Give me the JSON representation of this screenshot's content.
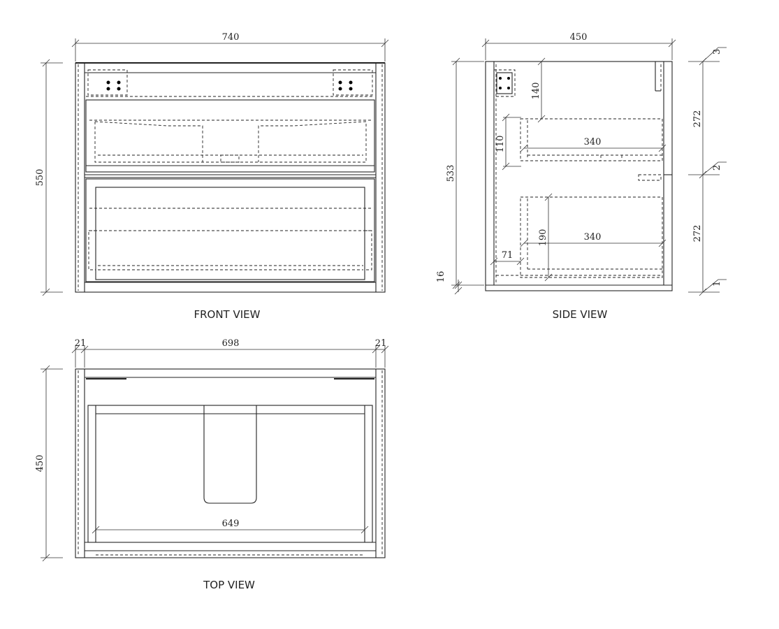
{
  "front_view": {
    "caption": "FRONT VIEW",
    "dims": {
      "width": "740",
      "height": "550"
    }
  },
  "side_view": {
    "caption": "SIDE VIEW",
    "dims": {
      "depth": "450",
      "height": "533",
      "plinth": "16",
      "top_gap": "140",
      "drawer1_front_height": "110",
      "drawer1_depth": "340",
      "drawer2_front_height": "190",
      "drawer2_depth": "340",
      "drawer2_offset": "71",
      "upper_drawer": "272",
      "lower_drawer": "272",
      "gap_top": "3",
      "gap_mid": "2",
      "gap_bottom": "1"
    }
  },
  "top_view": {
    "caption": "TOP VIEW",
    "dims": {
      "inner_width": "698",
      "left_side": "21",
      "right_side": "21",
      "depth": "450",
      "drawer_width": "649"
    }
  }
}
